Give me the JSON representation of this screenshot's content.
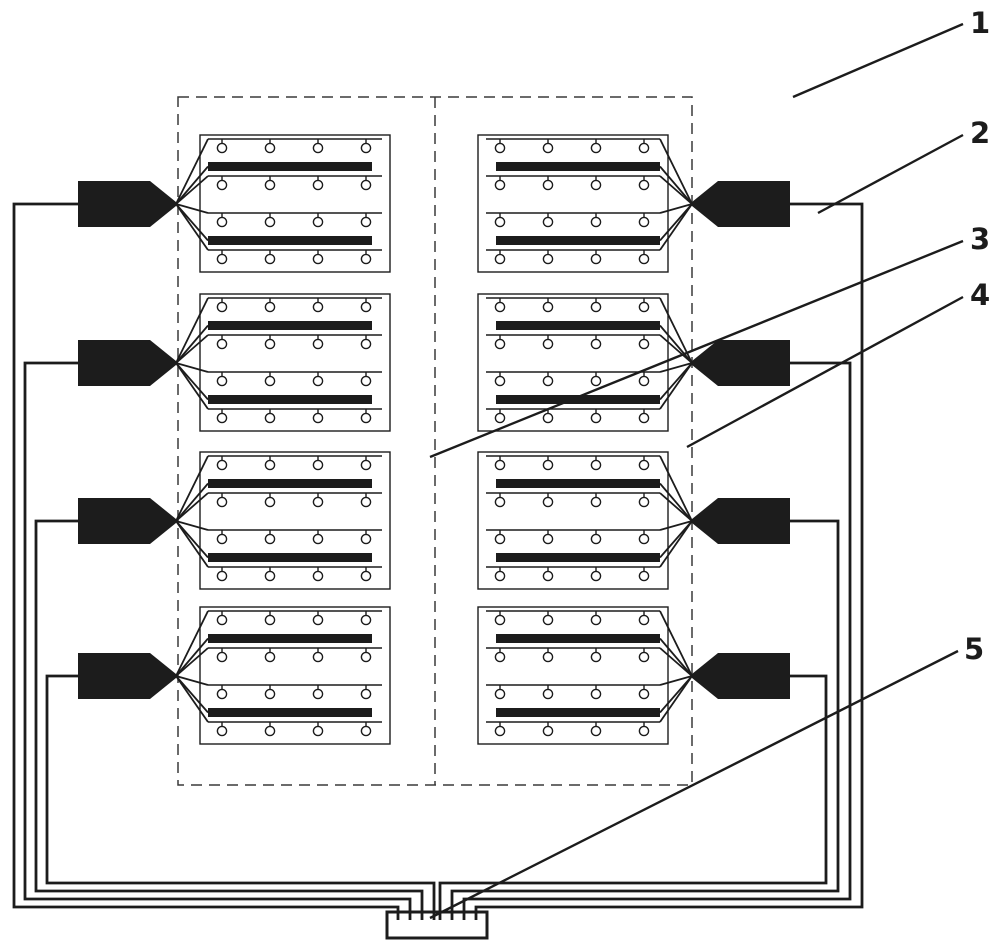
{
  "colors": {
    "ink": "#1c1c1c",
    "background": "#ffffff"
  },
  "labels": [
    {
      "text": "1"
    },
    {
      "text": "2"
    },
    {
      "text": "3"
    },
    {
      "text": "4"
    },
    {
      "text": "5"
    }
  ],
  "diagram": {
    "panel_columns": 2,
    "module_rows": 4,
    "electrode_rows_per_module": 4,
    "electrode_cols_per_module": 4,
    "busbars_per_module": 2,
    "edge_connectors": 8,
    "fan_lines_per_connector": 6,
    "output_connector_count": 1
  }
}
